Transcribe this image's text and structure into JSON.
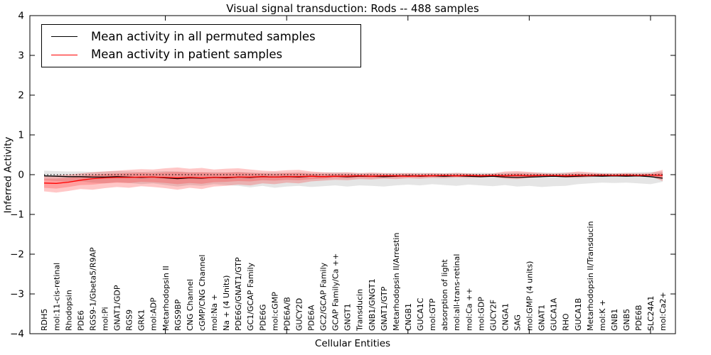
{
  "chart_data": {
    "type": "line",
    "title": "Visual signal transduction: Rods -- 488 samples",
    "xlabel": "Cellular Entities",
    "ylabel": "Inferred Activity",
    "ylim": [
      -4,
      4
    ],
    "yticks": [
      -4,
      -3,
      -2,
      -1,
      0,
      1,
      2,
      3,
      4
    ],
    "grid": false,
    "legend_position": "upper left",
    "frame": {
      "color": "#000000"
    },
    "zero_line": {
      "y": 0,
      "style": "dotted",
      "color": "#000000"
    },
    "categories": [
      "RDH5",
      "mol:11-cis-retinal",
      "Rhodopsin",
      "PDE6",
      "RGS9-1/Gbeta5/R9AP",
      "mol:Pi",
      "GNAT1/GDP",
      "RGS9",
      "GRK1",
      "mol:ADP",
      "Metarhodopsin II",
      "RGS9BP",
      "CNG Channel",
      "cGMP/CNG Channel",
      "mol:Na +",
      "Na + (4 Units)",
      "PDE6G/GNAT1/GTP",
      "GC1/GCAP Family",
      "PDE6G",
      "mol:cGMP",
      "PDE6A/B",
      "GUCY2D",
      "PDE6A",
      "GC2/GCAP Family",
      "GCAP Family/Ca ++",
      "GNGT1",
      "Transducin",
      "GNB1/GNGT1",
      "GNAT1/GTP",
      "Metarhodopsin II/Arrestin",
      "CNGB1",
      "GUCA1C",
      "mol:GTP",
      "absorption of light",
      "mol:all-trans-retinal",
      "mol:Ca ++",
      "mol:GDP",
      "GUCY2F",
      "CNGA1",
      "SAG",
      "mol:GMP (4 units)",
      "GNAT1",
      "GUCA1A",
      "RHO",
      "GUCA1B",
      "Metarhodopsin II/Transducin",
      "mol:K +",
      "GNB1",
      "GNB5",
      "PDE6B",
      "SLC24A1",
      "mol:Ca2+"
    ],
    "series": [
      {
        "name": "Mean activity in all permuted samples",
        "color": "#000000",
        "values": [
          -0.03,
          -0.04,
          -0.05,
          -0.05,
          -0.06,
          -0.06,
          -0.05,
          -0.06,
          -0.07,
          -0.06,
          -0.08,
          -0.1,
          -0.08,
          -0.09,
          -0.07,
          -0.08,
          -0.06,
          -0.07,
          -0.05,
          -0.06,
          -0.05,
          -0.06,
          -0.04,
          -0.05,
          -0.04,
          -0.05,
          -0.04,
          -0.04,
          -0.05,
          -0.04,
          -0.03,
          -0.04,
          -0.03,
          -0.04,
          -0.03,
          -0.04,
          -0.05,
          -0.04,
          -0.06,
          -0.07,
          -0.06,
          -0.05,
          -0.04,
          -0.05,
          -0.04,
          -0.03,
          -0.04,
          -0.03,
          -0.04,
          -0.03,
          -0.05,
          -0.09
        ]
      },
      {
        "name": "Mean activity in patient samples",
        "color": "#ff0000",
        "values": [
          -0.21,
          -0.22,
          -0.19,
          -0.14,
          -0.1,
          -0.08,
          -0.07,
          -0.07,
          -0.06,
          -0.06,
          -0.07,
          -0.08,
          -0.07,
          -0.08,
          -0.07,
          -0.07,
          -0.06,
          -0.06,
          -0.05,
          -0.06,
          -0.05,
          -0.05,
          -0.04,
          -0.05,
          -0.04,
          -0.04,
          -0.03,
          -0.04,
          -0.03,
          -0.03,
          -0.04,
          -0.03,
          -0.03,
          -0.02,
          -0.03,
          -0.02,
          -0.03,
          -0.02,
          -0.03,
          -0.02,
          -0.03,
          -0.02,
          -0.02,
          -0.03,
          -0.02,
          -0.02,
          -0.01,
          -0.02,
          -0.01,
          -0.02,
          -0.01,
          -0.02
        ]
      }
    ],
    "bands": [
      {
        "name": "permuted-samples-range",
        "color": "#000000",
        "opacity": 0.1,
        "upper": [
          0.1,
          0.09,
          0.08,
          0.08,
          0.07,
          0.08,
          0.09,
          0.08,
          0.07,
          0.08,
          0.09,
          0.08,
          0.07,
          0.06,
          0.07,
          0.06,
          0.07,
          0.06,
          0.05,
          0.06,
          0.05,
          0.06,
          0.05,
          0.05,
          0.06,
          0.05,
          0.04,
          0.05,
          0.04,
          0.05,
          0.04,
          0.05,
          0.04,
          0.04,
          0.05,
          0.04,
          0.05,
          0.04,
          0.05,
          0.06,
          0.05,
          0.06,
          0.05,
          0.06,
          0.05,
          0.04,
          0.05,
          0.04,
          0.05,
          0.06,
          0.07,
          0.08
        ],
        "lower": [
          -0.14,
          -0.16,
          -0.18,
          -0.17,
          -0.2,
          -0.22,
          -0.19,
          -0.21,
          -0.24,
          -0.22,
          -0.26,
          -0.3,
          -0.26,
          -0.28,
          -0.24,
          -0.26,
          -0.28,
          -0.32,
          -0.28,
          -0.33,
          -0.3,
          -0.28,
          -0.31,
          -0.29,
          -0.27,
          -0.3,
          -0.27,
          -0.28,
          -0.3,
          -0.27,
          -0.25,
          -0.27,
          -0.24,
          -0.26,
          -0.28,
          -0.25,
          -0.27,
          -0.29,
          -0.26,
          -0.3,
          -0.28,
          -0.31,
          -0.29,
          -0.28,
          -0.24,
          -0.22,
          -0.2,
          -0.21,
          -0.2,
          -0.22,
          -0.24,
          -0.18
        ]
      },
      {
        "name": "patient-samples-range-outer",
        "color": "#ff0000",
        "opacity": 0.22,
        "upper": [
          -0.03,
          -0.02,
          0.0,
          0.03,
          0.06,
          0.08,
          0.1,
          0.12,
          0.14,
          0.13,
          0.16,
          0.18,
          0.15,
          0.17,
          0.13,
          0.15,
          0.16,
          0.13,
          0.1,
          0.09,
          0.11,
          0.12,
          0.08,
          0.06,
          0.05,
          0.06,
          0.04,
          0.05,
          0.04,
          0.03,
          0.04,
          0.03,
          0.04,
          0.03,
          0.04,
          0.03,
          0.02,
          0.03,
          0.08,
          0.09,
          0.07,
          0.04,
          0.03,
          0.04,
          0.08,
          0.06,
          0.03,
          0.03,
          0.04,
          0.03,
          0.04,
          0.12
        ],
        "lower": [
          -0.42,
          -0.45,
          -0.41,
          -0.36,
          -0.38,
          -0.34,
          -0.31,
          -0.33,
          -0.29,
          -0.31,
          -0.34,
          -0.38,
          -0.33,
          -0.36,
          -0.3,
          -0.28,
          -0.25,
          -0.27,
          -0.22,
          -0.24,
          -0.2,
          -0.22,
          -0.17,
          -0.15,
          -0.13,
          -0.14,
          -0.11,
          -0.12,
          -0.1,
          -0.11,
          -0.09,
          -0.1,
          -0.08,
          -0.09,
          -0.07,
          -0.08,
          -0.07,
          -0.06,
          -0.1,
          -0.11,
          -0.08,
          -0.06,
          -0.05,
          -0.07,
          -0.08,
          -0.06,
          -0.04,
          -0.05,
          -0.04,
          -0.05,
          -0.04,
          -0.16
        ]
      },
      {
        "name": "patient-samples-range-inner",
        "color": "#ff0000",
        "opacity": 0.2,
        "upper": [
          -0.1,
          -0.1,
          -0.08,
          -0.04,
          -0.01,
          0.02,
          0.03,
          0.04,
          0.05,
          0.04,
          0.06,
          0.07,
          0.05,
          0.06,
          0.04,
          0.05,
          0.06,
          0.04,
          0.03,
          0.02,
          0.04,
          0.04,
          0.02,
          0.01,
          0.01,
          0.01,
          0.0,
          0.01,
          0.0,
          0.0,
          0.01,
          0.0,
          0.01,
          0.0,
          0.01,
          0.0,
          0.0,
          0.0,
          0.02,
          0.03,
          0.02,
          0.01,
          0.0,
          0.01,
          0.02,
          0.01,
          0.01,
          0.0,
          0.01,
          0.0,
          0.01,
          0.05
        ],
        "lower": [
          -0.33,
          -0.35,
          -0.31,
          -0.26,
          -0.25,
          -0.22,
          -0.2,
          -0.21,
          -0.18,
          -0.19,
          -0.21,
          -0.24,
          -0.21,
          -0.23,
          -0.19,
          -0.18,
          -0.16,
          -0.17,
          -0.14,
          -0.15,
          -0.13,
          -0.14,
          -0.11,
          -0.1,
          -0.08,
          -0.09,
          -0.07,
          -0.08,
          -0.06,
          -0.07,
          -0.06,
          -0.06,
          -0.05,
          -0.05,
          -0.05,
          -0.05,
          -0.05,
          -0.04,
          -0.06,
          -0.07,
          -0.05,
          -0.04,
          -0.03,
          -0.05,
          -0.05,
          -0.04,
          -0.03,
          -0.03,
          -0.03,
          -0.03,
          -0.03,
          -0.09
        ]
      }
    ]
  }
}
